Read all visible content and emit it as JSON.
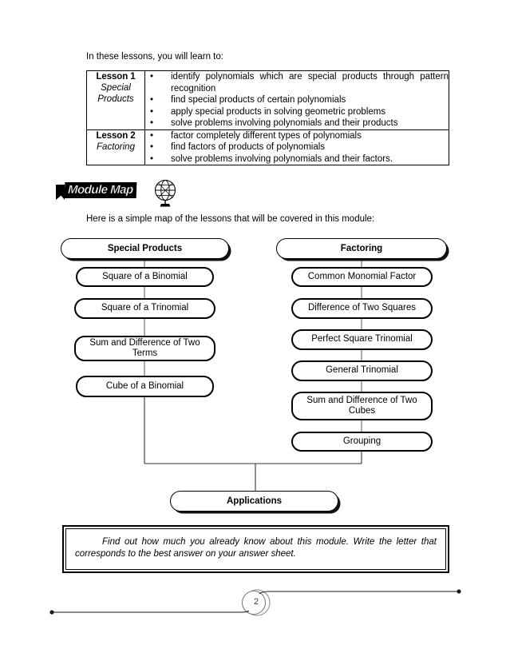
{
  "page": {
    "number": "2",
    "intro_line": "In these lessons, you will learn to:",
    "map_intro": "Here is a simple map of the lessons that will be covered in this module:"
  },
  "lessons_table": {
    "rows": [
      {
        "label_title": "Lesson 1",
        "label_sub_line1": "Special",
        "label_sub_line2": "Products",
        "bullet": "•",
        "items": [
          "identify polynomials which are special products through pattern recognition",
          "find special products of certain polynomials",
          "apply special products in solving geometric problems",
          "solve problems involving polynomials and their products"
        ]
      },
      {
        "label_title": "Lesson 2",
        "label_sub_line1": "Factoring",
        "label_sub_line2": "",
        "bullet": "•",
        "items": [
          "factor completely different types of polynomials",
          "find factors of products of polynomials",
          "solve problems involving polynomials and their factors."
        ]
      }
    ]
  },
  "module_map": {
    "banner_title": "Module Map",
    "globe_icon": "globe-icon",
    "flag_icon": "bookmark-flag-icon"
  },
  "flowchart": {
    "left_branch": {
      "header": "Special Products",
      "nodes": [
        "Square of a Binomial",
        "Square of a Trinomial",
        "Sum and Difference of Two Terms",
        "Cube of a Binomial"
      ]
    },
    "right_branch": {
      "header": "Factoring",
      "nodes": [
        "Common Monomial Factor",
        "Difference of Two Squares",
        "Perfect Square Trinomial",
        "General Trinomial",
        "Sum and Difference of Two Cubes",
        "Grouping"
      ]
    },
    "merge_node": "Applications"
  },
  "instruction": {
    "text": "Find out how much you already know about this module. Write the letter that corresponds to the best answer on your answer sheet."
  },
  "colors": {
    "ink": "#000000",
    "paper": "#ffffff",
    "footer_rule": "#3a3a3a"
  }
}
